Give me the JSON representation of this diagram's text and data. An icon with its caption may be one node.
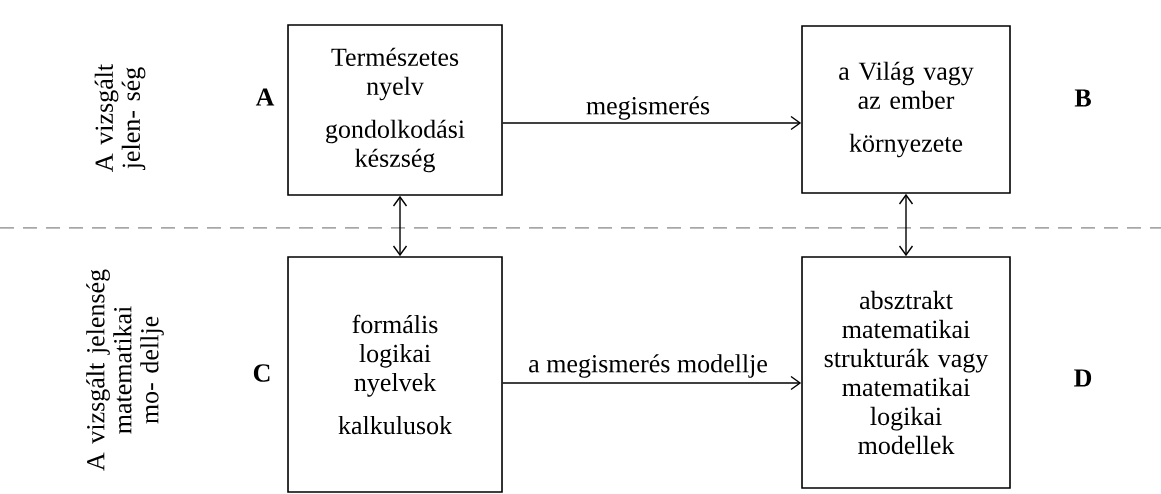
{
  "diagram": {
    "nodes": [
      {
        "text": [
          "Természetes nyelv",
          "gondolkodási készség"
        ],
        "beside": [
          "A"
        ]
      },
      {
        "text": [
          "a Világ vagy az ember",
          "környezete"
        ],
        "beside": [
          "B"
        ]
      },
      {
        "text": [
          "formális logikai nyelvek",
          "kalkulusok"
        ],
        "beside": [
          "C"
        ]
      },
      {
        "text": [
          "absztrakt matematikai strukturák vagy matematikai logikai modellek"
        ],
        "beside": [
          "D"
        ]
      }
    ],
    "edges": [
      {
        "from": 0,
        "to": 1,
        "arrow": "to",
        "label": "megismerés"
      },
      {
        "from": 0,
        "to": 2,
        "arrow": "both"
      },
      {
        "from": 1,
        "to": 3,
        "arrow": "both"
      },
      {
        "from": 2,
        "to": 3,
        "arrow": "to",
        "label": "a megismerés modellje"
      }
    ],
    "labels": [
      "A vizsgált jelen- ség",
      "A vizsgált jelenség matematikai mo- dellje"
    ]
  }
}
